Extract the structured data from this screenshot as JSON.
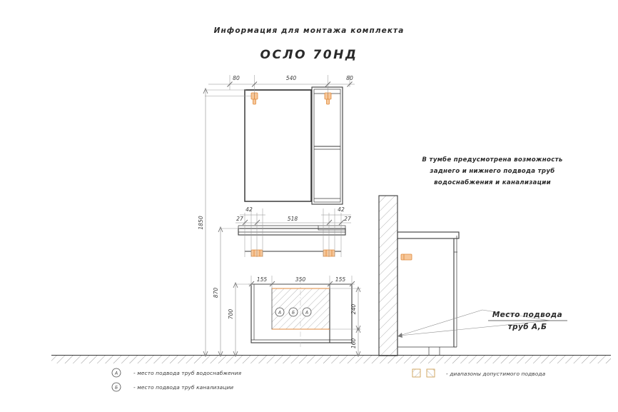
{
  "header": {
    "title": "Информация для монтажа комплекта",
    "model": "ОСЛО 70НД"
  },
  "notes": {
    "cabinet_note_line1": "В тумбе предусмотрена возможность",
    "cabinet_note_line2": "заднего и нижнего подвода труб",
    "cabinet_note_line3": "водоснабжения и канализации",
    "callout_line1": "Место подвода",
    "callout_line2": "труб А,Б"
  },
  "legend": {
    "items": [
      {
        "symbol": "А",
        "text": "- место подвода труб водоснабжения"
      },
      {
        "symbol": "Б",
        "text": "- место подвода труб канализации"
      }
    ],
    "range_text": "- диапазоны допустимого подвода"
  },
  "dimensions": {
    "mirror_top_left": "80",
    "mirror_top_center": "540",
    "mirror_top_right": "80",
    "vanity_top_left_outer": "42",
    "vanity_top_left_inner": "27",
    "vanity_top_center": "518",
    "vanity_top_right_outer": "42",
    "vanity_top_right_inner": "27",
    "base_left": "155",
    "base_center": "350",
    "base_right": "155",
    "height_total": "1850",
    "height_counter": "870",
    "height_zone": "700",
    "height_zone_upper": "240",
    "height_zone_lower": "160"
  },
  "markers": {
    "zone_labels": [
      "А",
      "Б",
      "А"
    ]
  },
  "colors": {
    "accent": "#e08a3c",
    "accent_fill": "#f6c79a",
    "line": "#3a3a3a",
    "dim": "#8a8a8a",
    "paper": "#ffffff"
  }
}
